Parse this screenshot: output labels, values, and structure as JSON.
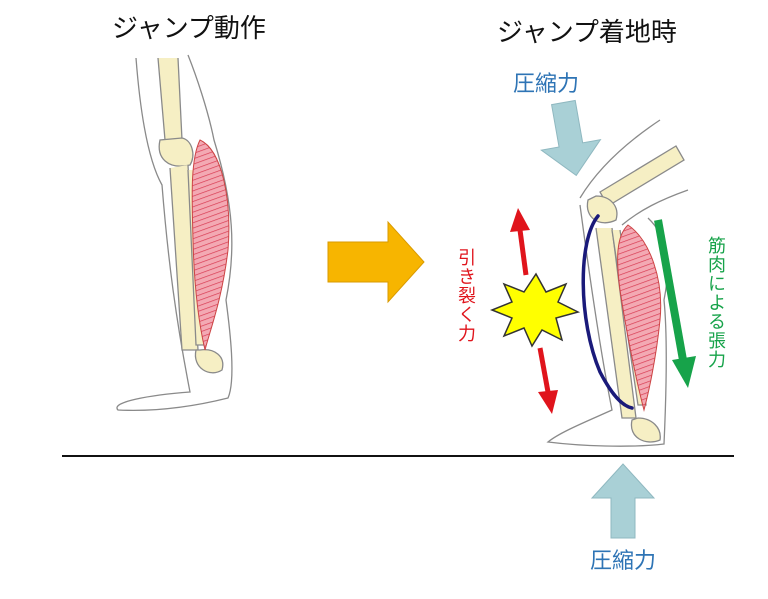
{
  "titles": {
    "left": "ジャンプ動作",
    "right": "ジャンプ着地時"
  },
  "labels": {
    "compression_top": "圧縮力",
    "compression_bottom": "圧縮力",
    "tearing_force": "引き裂く力",
    "muscle_tension": "筋肉による張力"
  },
  "colors": {
    "compression_arrow": "#a9d0d6",
    "compression_text": "#2e74b5",
    "transition_arrow": "#f7b500",
    "tearing": "#e0141c",
    "tension": "#17a34a",
    "burst": "#ffff00",
    "fascia_line": "#1a1a7a",
    "muscle": "#e56b7a",
    "bone": "#f6efc4"
  },
  "icons": {
    "transition": "right-arrow-icon",
    "burst": "explosion-burst-icon"
  }
}
